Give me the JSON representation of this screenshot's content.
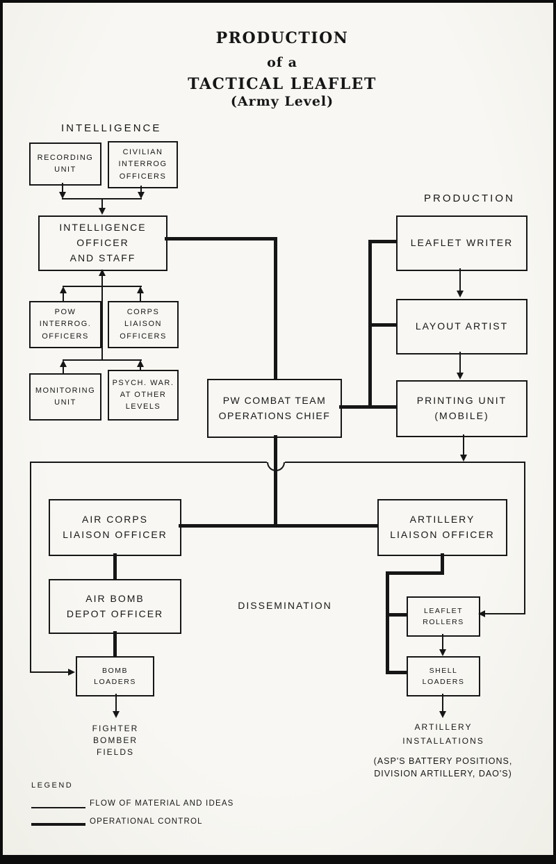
{
  "title": {
    "line1": "PRODUCTION",
    "line2": "of a",
    "line3": "TACTICAL LEAFLET",
    "line4": "(Army Level)"
  },
  "section_labels": {
    "intelligence": "INTELLIGENCE",
    "production": "PRODUCTION",
    "dissemination": "DISSEMINATION"
  },
  "boxes": {
    "recording_unit": "RECORDING\nUNIT",
    "civilian_interrog": "CIVILIAN\nINTERROG\nOFFICERS",
    "intelligence_officer": "INTELLIGENCE\nOFFICER\nAND STAFF",
    "pow_interrog": "POW\nINTERROG.\nOFFICERS",
    "corps_liaison": "CORPS\nLIAISON\nOFFICERS",
    "monitoring_unit": "MONITORING\nUNIT",
    "psych_war": "PSYCH. WAR.\nAT OTHER\nLEVELS",
    "leaflet_writer": "LEAFLET WRITER",
    "layout_artist": "LAYOUT ARTIST",
    "printing_unit": "PRINTING UNIT\n(MOBILE)",
    "pw_combat_team": "PW COMBAT TEAM\nOPERATIONS CHIEF",
    "air_corps_liaison": "AIR CORPS\nLIAISON OFFICER",
    "artillery_liaison": "ARTILLERY\nLIAISON OFFICER",
    "air_bomb_depot": "AIR BOMB\nDEPOT OFFICER",
    "bomb_loaders": "BOMB\nLOADERS",
    "leaflet_rollers": "LEAFLET\nROLLERS",
    "shell_loaders": "SHELL\nLOADERS"
  },
  "terminals": {
    "fighter_bomber_fields": "FIGHTER\nBOMBER\nFIELDS",
    "artillery_installations": "ARTILLERY\nINSTALLATIONS",
    "artillery_note": "(ASP'S BATTERY POSITIONS,\nDIVISION ARTILLERY, DAO'S)"
  },
  "legend": {
    "heading": "LEGEND",
    "thin_label": "FLOW OF MATERIAL AND IDEAS",
    "thick_label": "OPERATIONAL CONTROL"
  },
  "colors": {
    "ink": "#161616",
    "paper": "#f6f5f0"
  }
}
